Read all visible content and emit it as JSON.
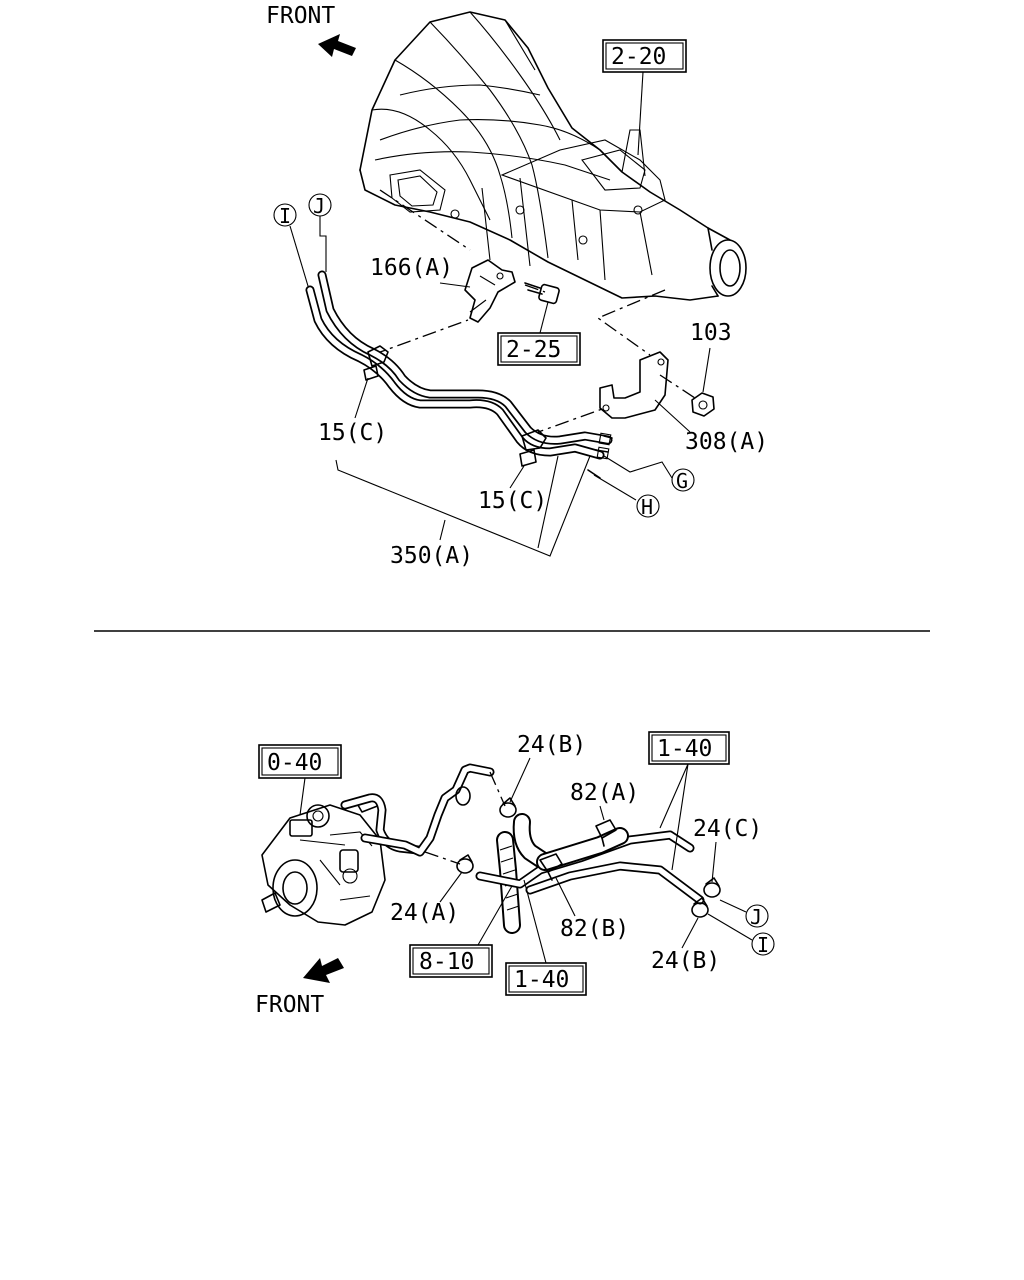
{
  "top": {
    "front_label": "FRONT",
    "callouts": {
      "ref_2_20": "2-20",
      "part_166a": "166(A)",
      "ref_2_25": "2-25",
      "part_103": "103",
      "part_15c_upper": "15(C)",
      "part_308a": "308(A)",
      "part_15c_lower": "15(C)",
      "part_350a": "350(A)"
    },
    "connectors": {
      "i": "I",
      "j": "J",
      "g": "G",
      "h": "H"
    }
  },
  "bottom": {
    "front_label": "FRONT",
    "callouts": {
      "ref_0_40": "0-40",
      "part_24b_top": "24(B)",
      "ref_1_40_top": "1-40",
      "part_82a": "82(A)",
      "part_24c": "24(C)",
      "part_24a": "24(A)",
      "part_82b": "82(B)",
      "ref_8_10": "8-10",
      "ref_1_40_bottom": "1-40",
      "part_24b_bottom": "24(B)"
    },
    "connectors": {
      "j": "J",
      "i": "I"
    }
  }
}
